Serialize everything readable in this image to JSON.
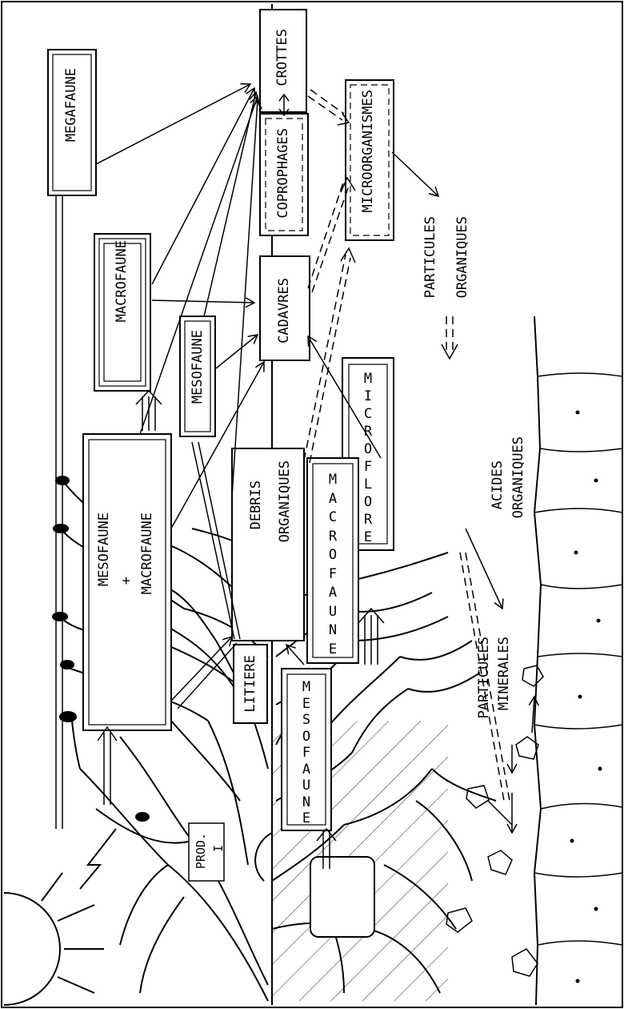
{
  "diagram": {
    "megafaune": "MEGAFAUNE",
    "macrofaune": "MACROFAUNE",
    "mesofaune": "MESOFAUNE",
    "meso_macro_line1": "MESOFAUNE",
    "meso_macro_plus": "+",
    "meso_macro_line2": "MACROFAUNE",
    "crottes": "CROTTES",
    "coprophages": "COPROPHAGES",
    "microorganismes": "MICROORGANISMES",
    "cadavres": "CADAVRES",
    "debris_line1": "DEBRIS",
    "debris_line2": "ORGANIQUES",
    "litiere": "LITIERE",
    "particules_org_line1": "PARTICULES",
    "particules_org_line2": "ORGANIQUES",
    "microflore": "MICROFLORE",
    "acides_line1": "ACIDES",
    "acides_line2": "ORGANIQUES",
    "macrofaune_column": "MACROFAUNE",
    "mesofaune_column": "MESOFAUNE",
    "particules_min_line1": "PARTICULES",
    "particules_min_line2": "MINERALES",
    "prod_line1": "PROD.",
    "prod_line2": "I"
  }
}
